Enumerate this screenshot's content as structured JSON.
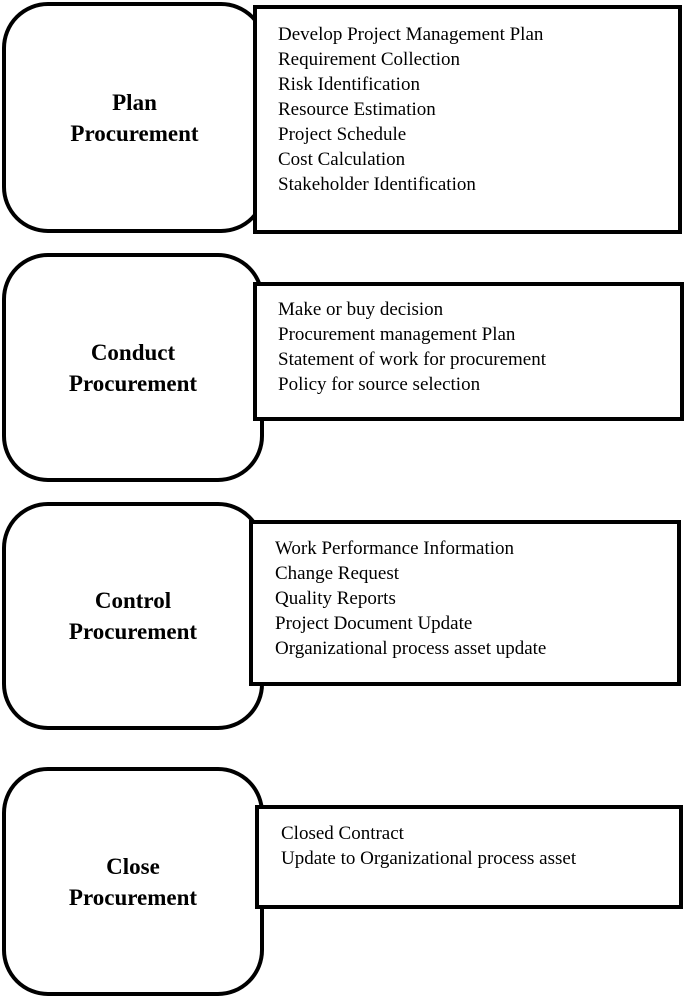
{
  "stages": [
    {
      "title_line1": "Plan",
      "title_line2": "Procurement",
      "items": [
        "Develop Project Management Plan",
        "Requirement Collection",
        "Risk Identification",
        "Resource Estimation",
        "Project Schedule",
        "Cost Calculation",
        "Stakeholder Identification"
      ]
    },
    {
      "title_line1": "Conduct",
      "title_line2": "Procurement",
      "items": [
        "Make or buy decision",
        "Procurement management Plan",
        "Statement of work for procurement",
        "Policy for source selection"
      ]
    },
    {
      "title_line1": "Control",
      "title_line2": "Procurement",
      "items": [
        "Work Performance Information",
        "Change Request",
        "Quality Reports",
        "Project Document Update",
        "Organizational process asset update"
      ]
    },
    {
      "title_line1": "Close",
      "title_line2": "Procurement",
      "items": [
        "Closed Contract",
        "Update to Organizational process asset"
      ]
    }
  ]
}
